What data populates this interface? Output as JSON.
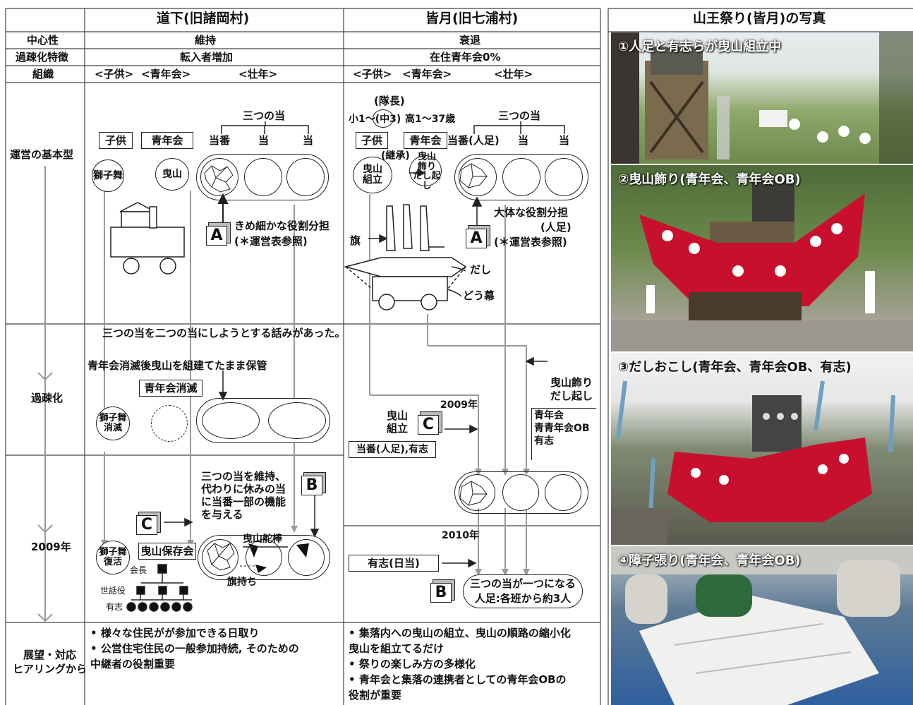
{
  "headers": {
    "col1": "道下(旧諸岡村)",
    "col2": "皆月(旧七浦村)",
    "photos": "山王祭り(皆月)の写真"
  },
  "rows": {
    "centrality": {
      "label": "中心性",
      "col1": "維持",
      "col2": "衰退"
    },
    "depop_feature": {
      "label": "過疎化特徴",
      "col1": "転入者増加",
      "col2": "在住青年会0%"
    },
    "organization": {
      "label": "組織",
      "col1": [
        "<子供>",
        "<青年会>",
        "<壮年>"
      ],
      "col2": [
        "<子供>",
        "<青年会>",
        "<壮年>"
      ]
    },
    "basic_type": "運営の基本型",
    "depopulation": "過疎化",
    "year2009": "2009年",
    "outlook": "展望・対応\nヒアリングから"
  },
  "left": {
    "mittsu_no_to": "三つの当",
    "children": "子供",
    "seinenkai": "青年会",
    "toban": "当番",
    "to1": "当",
    "to2": "当",
    "shishimai": "獅子舞",
    "hikiyama": "曳山",
    "fine_roles": "きめ細かな役割分担",
    "see_table": "(＊運営表参照)",
    "note_two": "三つの当を二つの当にしようとする話みがあった。",
    "note_keep": "青年会消滅後曳山を組建てたまま保管",
    "seinen_gone": "青年会消滅",
    "shishi_gone": "獅子舞\n消滅",
    "maintain_note": "三つの当を維持、\n代わりに休みの当\nに当番一部の機能\nを与える",
    "shishi_revive": "獅子舞\n復活",
    "hozonkai": "曳山保存会",
    "kaicho": "会長",
    "sewayaku": "世話役",
    "yushi": "有志",
    "hikiyama_kaji": "曳山舵棒",
    "hatamochi": "旗持ち",
    "outlook": [
      "様々な住民がが参加できる日取り",
      "公営住宅住民の一般参加持続, そのための\n中継者の役割重要"
    ]
  },
  "middle": {
    "taicho": "(隊長)",
    "ages_child": "小1～(中3)",
    "ages_youth": "高1～37歳",
    "mittsu_no_to": "三つの当",
    "children": "子供",
    "seinenkai": "青年会",
    "toban_ninsoku": "当番(人足)",
    "to1": "当",
    "to2": "当",
    "hikiyama_kumitate": "曳山\n組立",
    "keisho": "(継承)",
    "kazari": "曳山\n飾り\nだし起し",
    "hata": "旗",
    "dashi": "だし",
    "domaku": "どう幕",
    "rough_roles": "大体な役割分担",
    "ninsoku": "(人足)",
    "see_table": "(＊運営表参照)",
    "kazari2": "曳山飾り\nだし起し",
    "year2009": "2009年",
    "kumitate2": "曳山\n組立",
    "toban_yushi": "当番(人足),有志",
    "group_box": "青年会\n青青年会OB\n有志",
    "year2010": "2010年",
    "yushi_nichito": "有志(日当)",
    "merge_note": "三つの当が一つになる\n人足:各班から約3人",
    "outlook": [
      "集落内への曳山の組立、曳山の順路の縮小化\n曳山を組立てるだけ",
      "祭りの楽しみ方の多様化",
      "青年会と集落の連携者としての青年会OBの\n役割が重要"
    ]
  },
  "badges": {
    "a": "A",
    "b": "B",
    "c": "C"
  },
  "photos": [
    {
      "num": "①",
      "caption": "人足と有志らが曳山組立中"
    },
    {
      "num": "②",
      "caption": "曳山飾り(青年会、青年会OB)"
    },
    {
      "num": "③",
      "caption": "だしおこし(青年会、青年会OB、有志)"
    },
    {
      "num": "④",
      "caption": "障子張り(青年会、青年会OB)"
    }
  ],
  "colors": {
    "grid": "#444",
    "flow_arrow": "#999",
    "curtain_red": "#c8102e"
  }
}
